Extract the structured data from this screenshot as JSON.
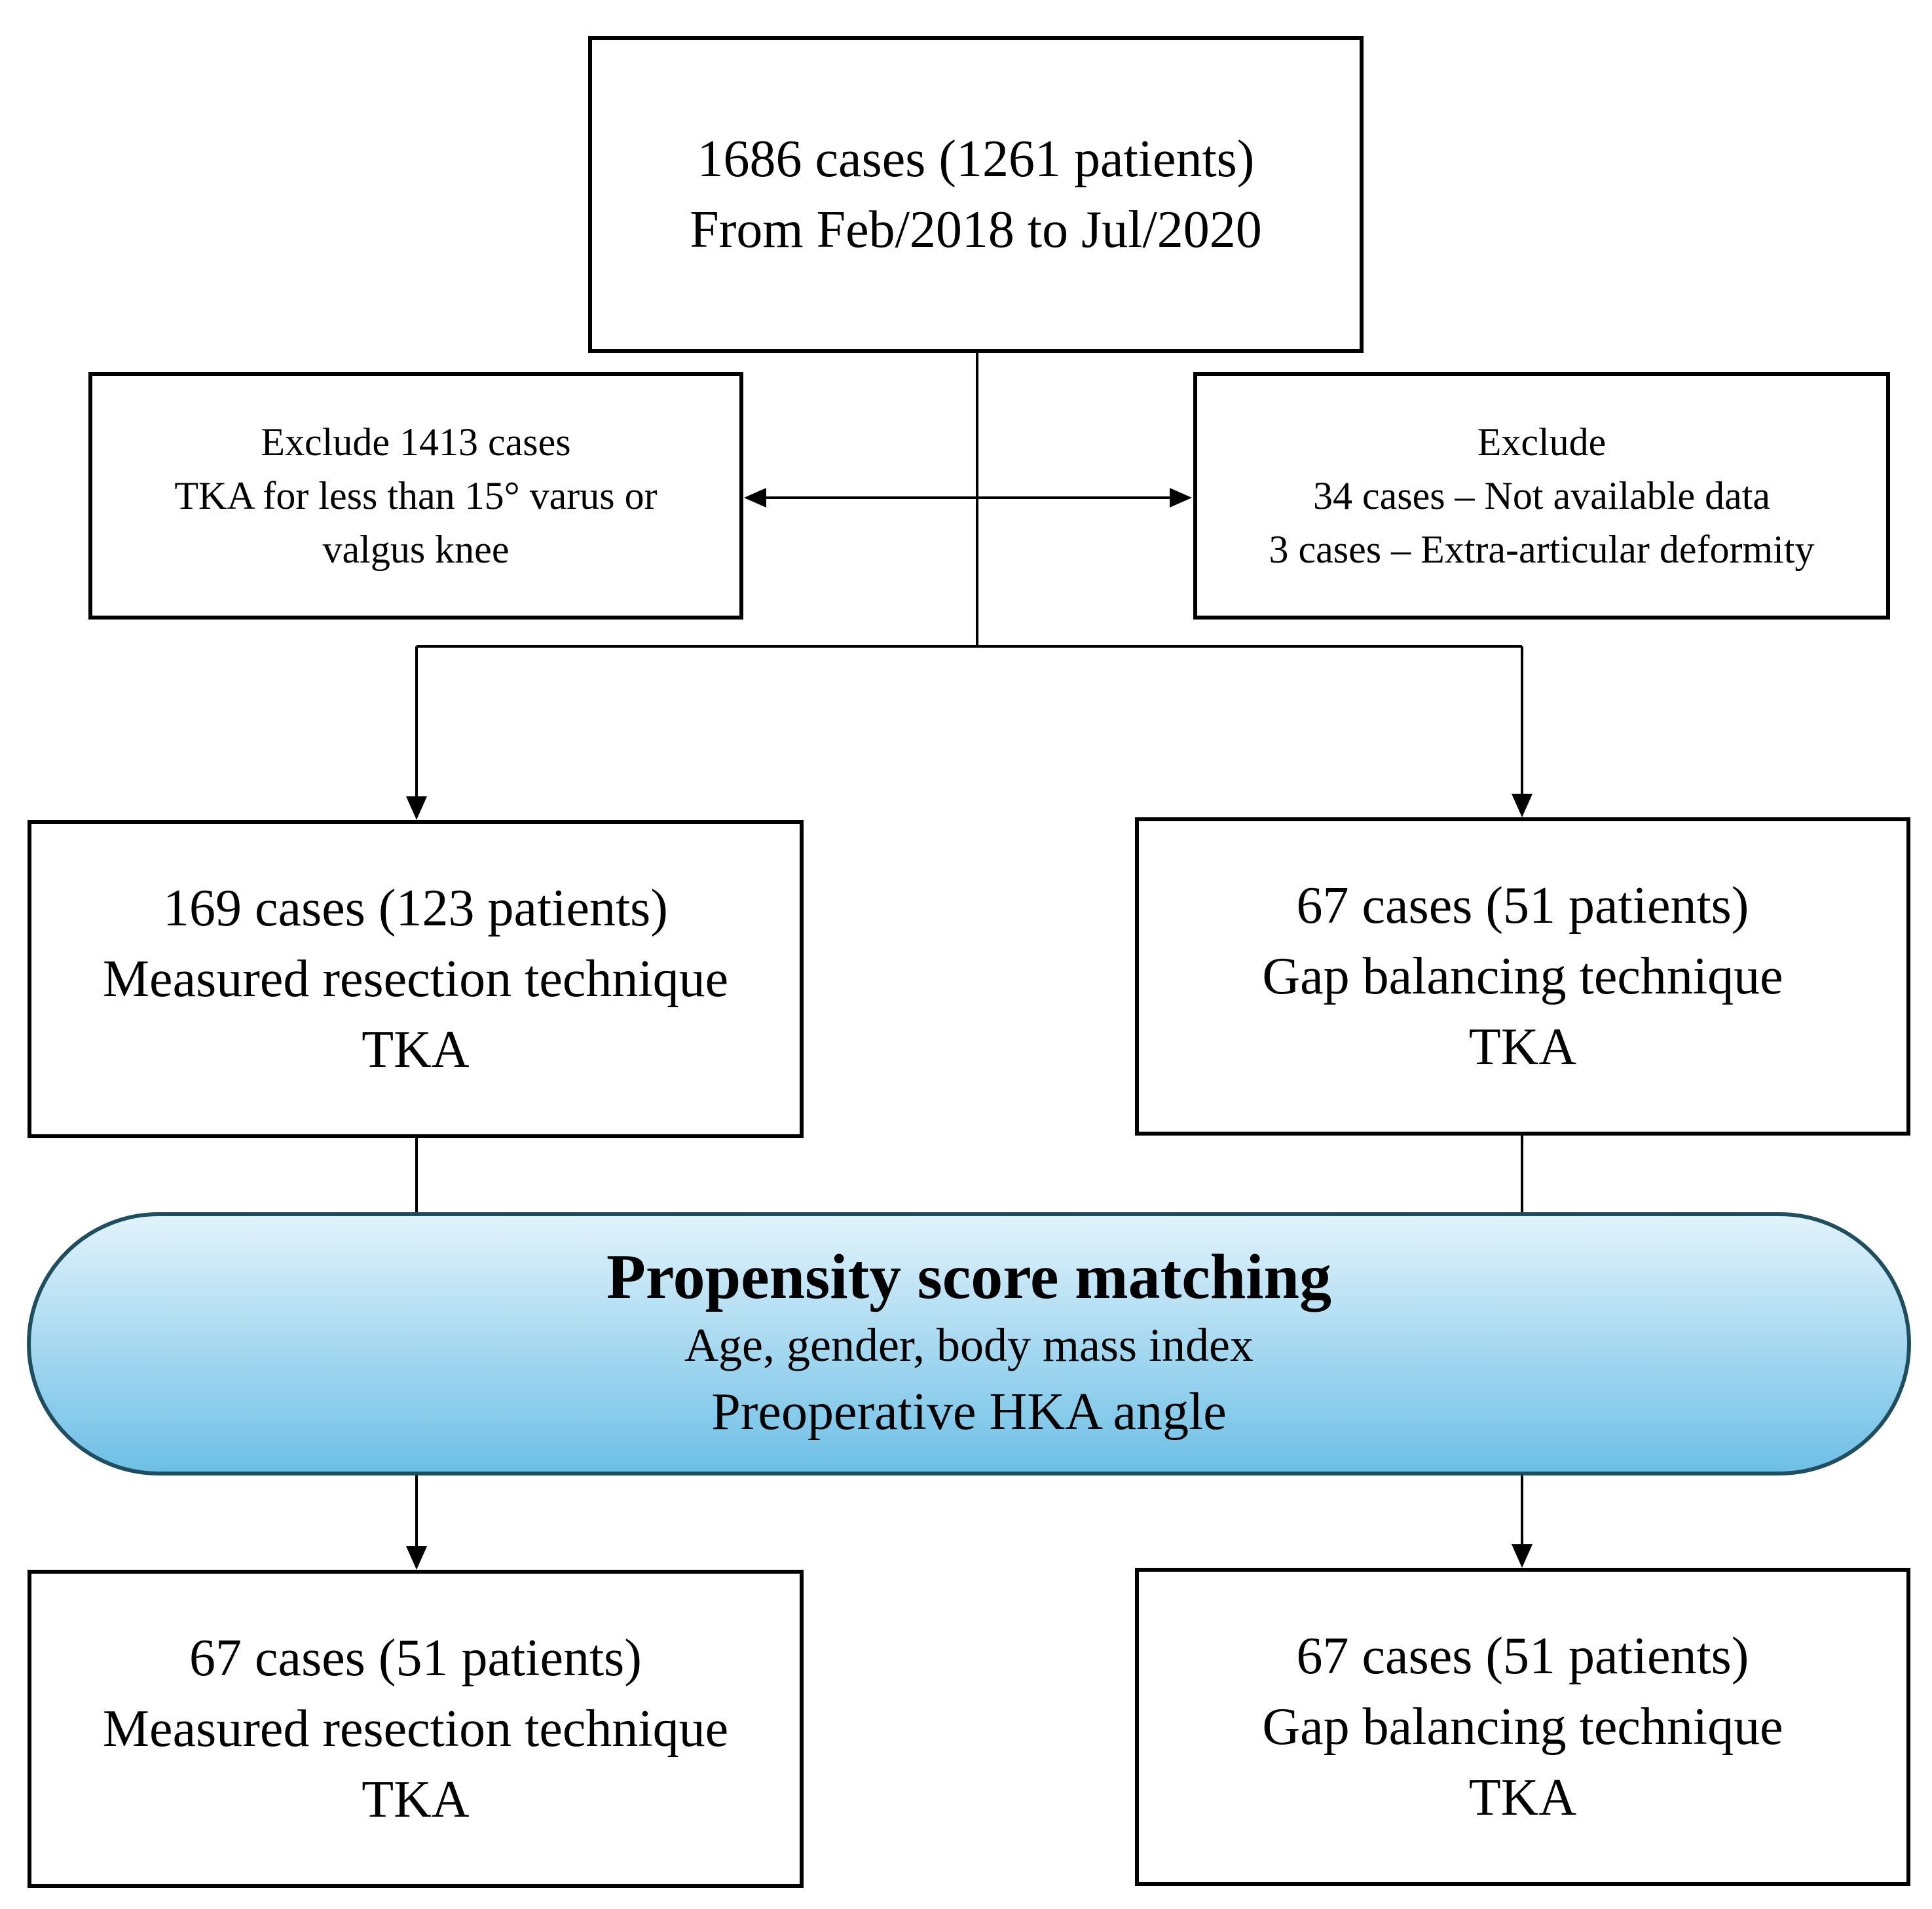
{
  "top_box": {
    "line1": "1686 cases (1261 patients)",
    "line2": "From Feb/2018 to Jul/2020"
  },
  "exclude_left": {
    "line1": "Exclude 1413 cases",
    "line2": "TKA for less than 15° varus or",
    "line3": "valgus knee"
  },
  "exclude_right": {
    "line1": "Exclude",
    "line2": "34 cases – Not available data",
    "line3": "3 cases – Extra-articular deformity"
  },
  "group_left": {
    "line1": "169 cases (123 patients)",
    "line2": "Measured resection technique",
    "line3": "TKA"
  },
  "group_right": {
    "line1": "67 cases (51 patients)",
    "line2": "Gap balancing technique",
    "line3": "TKA"
  },
  "matching": {
    "title": "Propensity score matching",
    "line1": "Age, gender, body mass index",
    "line2": "Preoperative HKA angle"
  },
  "matched_left": {
    "line1": "67 cases (51 patients)",
    "line2": "Measured resection technique",
    "line3": "TKA"
  },
  "matched_right": {
    "line1": "67 cases (51 patients)",
    "line2": "Gap balancing technique",
    "line3": "TKA"
  },
  "colors": {
    "ellipse_fill_top": "#e2f3fb",
    "ellipse_fill_bottom": "#6dbfe6",
    "ellipse_stroke": "#1f4e5f",
    "stroke": "#000000"
  }
}
